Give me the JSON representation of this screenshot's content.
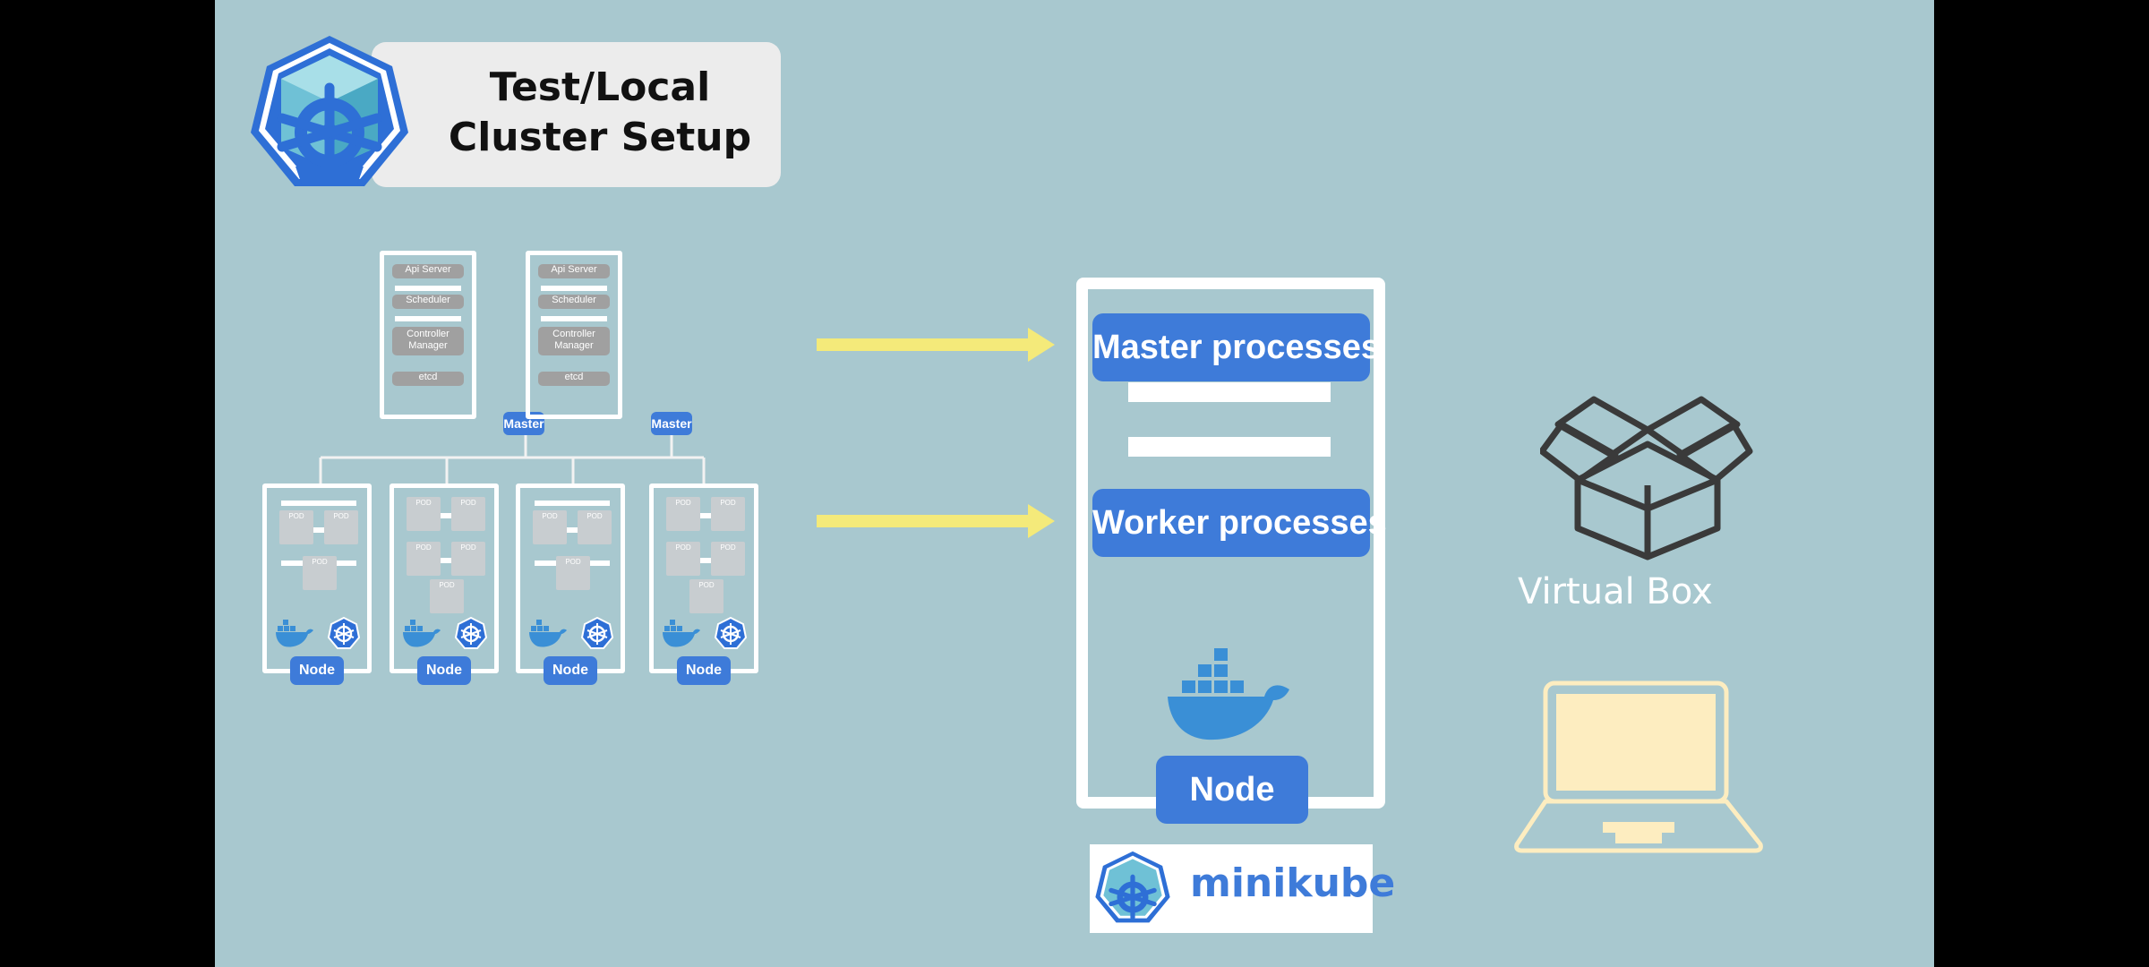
{
  "title": {
    "line1": "Test/Local",
    "line2": "Cluster Setup"
  },
  "masters": [
    {
      "processes": [
        "Api Server",
        "Scheduler",
        "Controller Manager",
        "etcd"
      ],
      "label": "Master"
    },
    {
      "processes": [
        "Api Server",
        "Scheduler",
        "Controller Manager",
        "etcd"
      ],
      "label": "Master"
    }
  ],
  "nodes": [
    {
      "label": "Node",
      "pods": 3
    },
    {
      "label": "Node",
      "pods": 5
    },
    {
      "label": "Node",
      "pods": 3
    },
    {
      "label": "Node",
      "pods": 5
    }
  ],
  "pod_label": "POD",
  "big_server": {
    "master_label": "Master processes",
    "worker_label": "Worker processes",
    "node_label": "Node"
  },
  "minikube": {
    "label": "minikube"
  },
  "virtualbox": {
    "label": "Virtual Box"
  },
  "colors": {
    "background": "#a8c8cf",
    "accent_blue": "#3e7bd9",
    "arrow_yellow": "#f4ea7a",
    "laptop_cream": "#fdedc0",
    "docker_blue": "#3a8fd6"
  },
  "icons": [
    "kubernetes-logo-icon",
    "docker-whale-icon",
    "virtualbox-box-icon",
    "laptop-icon",
    "arrow-right-icon"
  ]
}
